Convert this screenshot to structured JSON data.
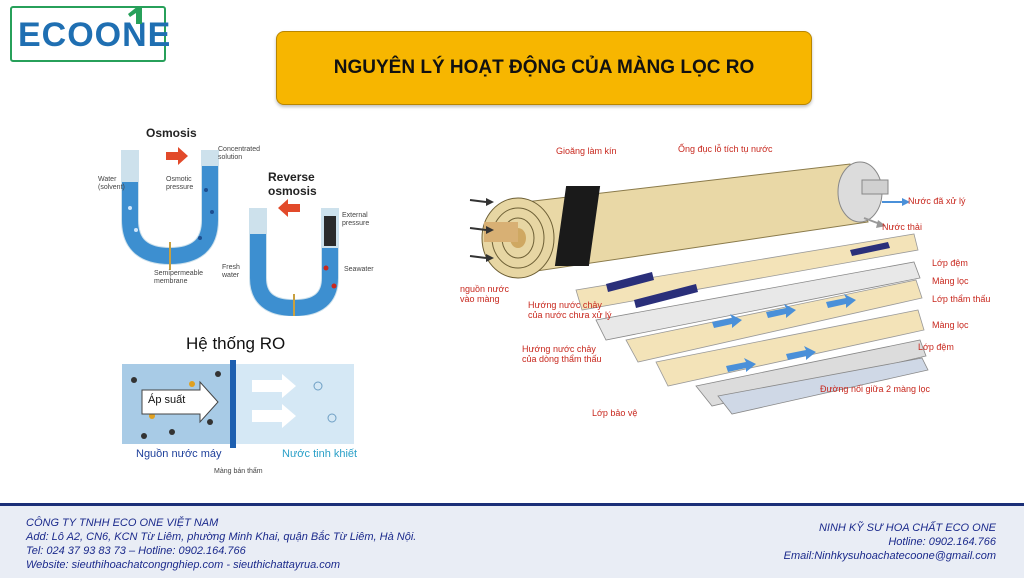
{
  "logo": {
    "text": "ECOONE"
  },
  "title": "NGUYÊN LÝ HOẠT ĐỘNG CỦA MÀNG LỌC RO",
  "osmosis": {
    "heading": "Osmosis",
    "water_solvent": "Water (solvent)",
    "osmotic_pressure": "Osmotic pressure",
    "concentrated_solution": "Concentrated solution",
    "semipermeable_membrane": "Semipermeable membrane"
  },
  "reverse_osmosis": {
    "heading_line1": "Reverse",
    "heading_line2": "osmosis",
    "external_pressure": "External pressure",
    "fresh_water": "Fresh water",
    "seawater": "Seawater"
  },
  "ro_system": {
    "heading": "Hệ thống RO",
    "pressure_label": "Áp suất",
    "source_water": "Nguồn nước máy",
    "pure_water": "Nước tinh khiết",
    "membrane_label": "Màng bán thấm"
  },
  "ro_membrane": {
    "seal": "Gioăng làm kín",
    "perforated_tube": "Ống đục lỗ tích tụ nước",
    "treated_water": "Nước đã xử lý",
    "waste_water": "Nước thải",
    "spacer_top": "Lớp đệm",
    "membrane_top": "Màng lọc",
    "permeate_layer": "Lớp thẩm thấu",
    "membrane_bottom": "Màng lọc",
    "spacer_bottom": "Lớp đệm",
    "joint": "Đường nối giữa 2 màng lọc",
    "protective_layer": "Lớp bảo vệ",
    "feed_water_l1": "nguồn nước",
    "feed_water_l2": "vào màng",
    "untreated_flow_l1": "Hướng nước chảy",
    "untreated_flow_l2": "của nước chưa xử lý",
    "permeate_flow_l1": "Hướng nước chảy",
    "permeate_flow_l2": "của dòng thẩm thấu"
  },
  "footer": {
    "company": "CÔNG TY TNHH ECO ONE VIỆT NAM",
    "address": "Add: Lô A2, CN6, KCN Từ Liêm, phường Minh Khai, quận Bắc Từ Liêm, Hà Nội.",
    "tel": "Tel: 024 37 93 83 73 – Hotline: 0902.164.766",
    "website": "Website: sieuthihoachatcongnghiep.com - sieuthichattayrua.com",
    "contact_name": "NINH KỸ SƯ HOA CHẤT ECO ONE",
    "hotline": "Hotline: 0902.164.766",
    "email": "Email:Ninhkysuhoachatecoone@gmail.com"
  },
  "colors": {
    "title_bg": "#f7b600",
    "footer_text": "#1b2a8c",
    "label_red": "#c8281e",
    "logo_blue": "#1f6fb2",
    "logo_green": "#27a05a"
  }
}
